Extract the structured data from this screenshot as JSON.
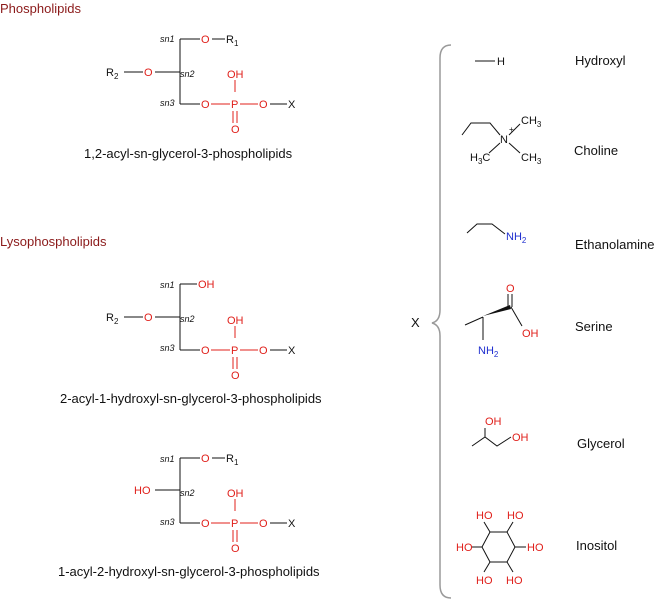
{
  "colors": {
    "title": "#8b1a1a",
    "oxygen": "#e0201b",
    "nitrogen": "#1f2fcf",
    "bond": "#111111",
    "brace": "#9a9a9a"
  },
  "sections": {
    "phospholipids": "Phospholipids",
    "lysophospholipids": "Lysophospholipids"
  },
  "captions": {
    "phospholipid": "1,2-acyl-sn-glycerol-3-phospholipids",
    "lyso2acyl": "2-acyl-1-hydroxyl-sn-glycerol-3-phospholipids",
    "lyso1acyl": "1-acyl-2-hydroxyl-sn-glycerol-3-phospholipids"
  },
  "atoms": {
    "sn1": "sn1",
    "sn2": "sn2",
    "sn3": "sn3",
    "O": "O",
    "OH": "OH",
    "HO": "HO",
    "P": "P",
    "X": "X",
    "R": "R",
    "sub1": "1",
    "sub2": "2",
    "H": "H",
    "N": "N",
    "plus": "+",
    "CH3": "CH",
    "H3C": "H",
    "C": "C",
    "sub3": "3",
    "NH": "NH"
  },
  "x_label": "X",
  "headgroups": [
    {
      "label": "Hydroxyl"
    },
    {
      "label": "Choline"
    },
    {
      "label": "Ethanolamine"
    },
    {
      "label": "Serine"
    },
    {
      "label": "Glycerol"
    },
    {
      "label": "Inositol"
    }
  ]
}
